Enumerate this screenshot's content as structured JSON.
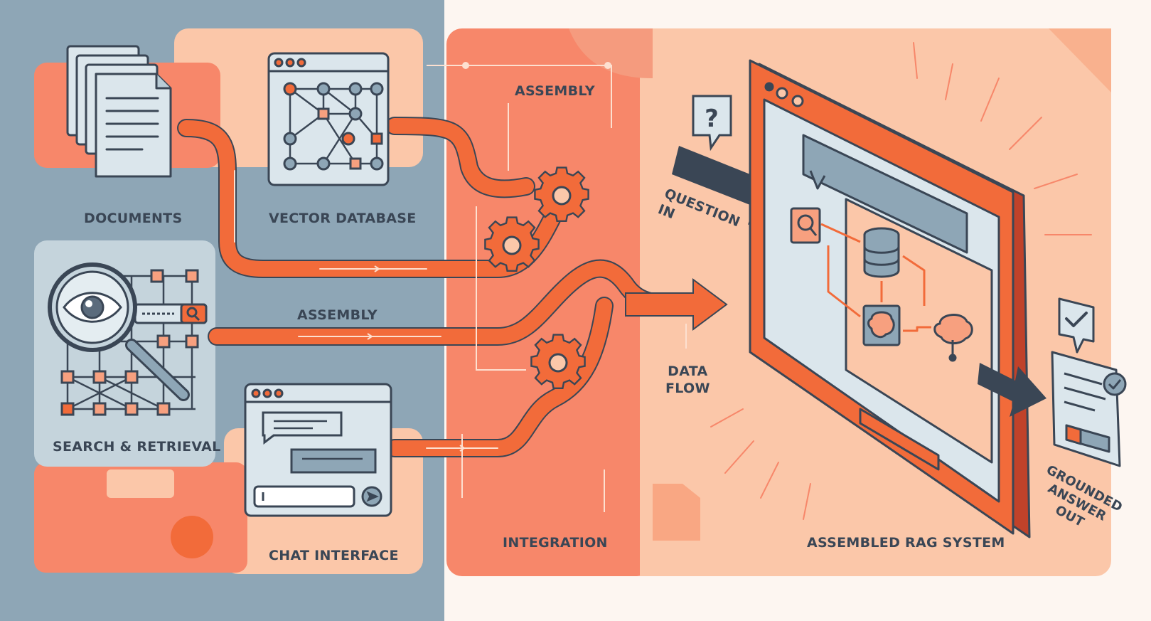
{
  "labels": {
    "documents": "DOCUMENTS",
    "vector_database": "VECTOR DATABASE",
    "search_retrieval": "SEARCH & RETRIEVAL",
    "chat_interface": "CHAT INTERFACE",
    "assembly_left": "ASSEMBLY",
    "assembly_top": "ASSEMBLY",
    "integration": "INTEGRATION",
    "data_flow": "DATA\nFLOW",
    "question_in": "QUESTION\nIN",
    "assembled_rag_system": "ASSEMBLED RAG SYSTEM",
    "grounded_answer_out": "GROUNDED\nANSWER\nOUT"
  },
  "colors": {
    "slate": "#8ea6b6",
    "orange": "#f26b3a",
    "coral": "#f7876a",
    "peach": "#fbc7a9",
    "light_peach": "#fdd8c2",
    "panel_blue": "#d5e3ea",
    "ink": "#3a4655"
  },
  "icons": {
    "documents": "document-stack-icon",
    "vector_database": "network-graph-icon",
    "search": "magnifier-eye-icon",
    "chat": "chat-bubbles-icon",
    "gears": "gear-icon",
    "question": "question-bubble-icon",
    "answer": "answer-document-icon"
  }
}
